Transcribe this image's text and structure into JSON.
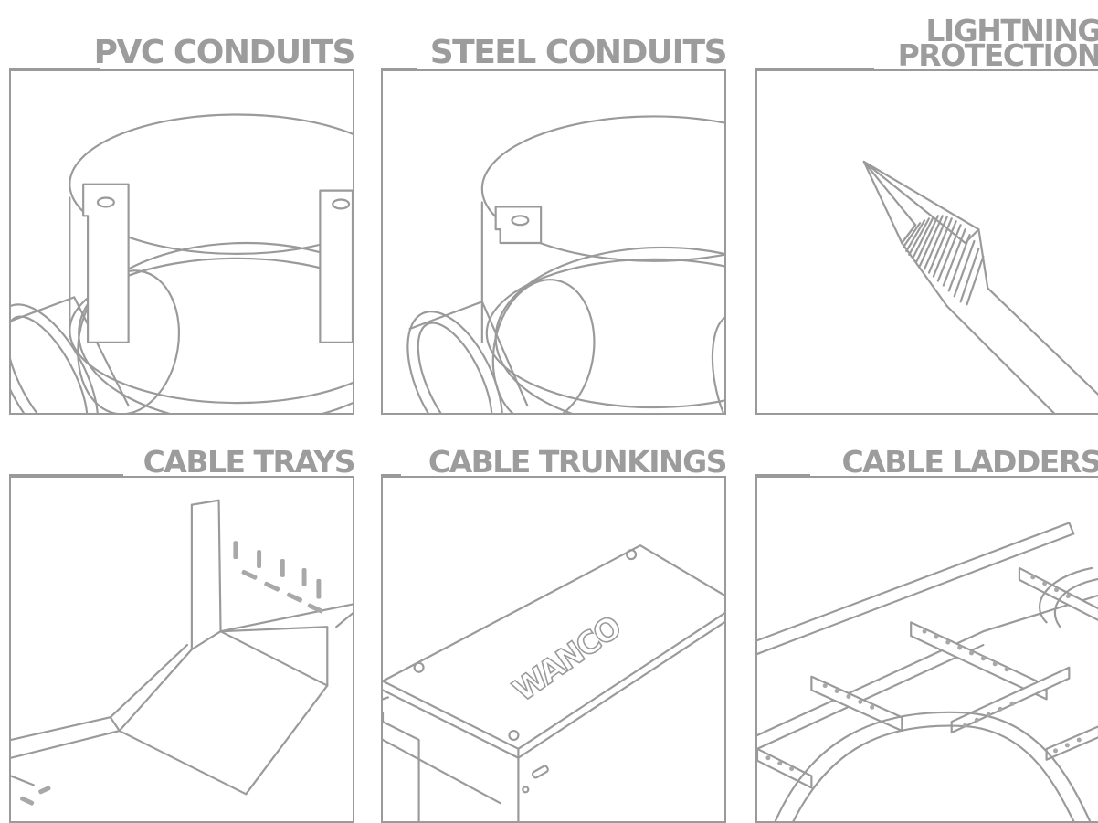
{
  "tiles": [
    {
      "title": "PVC CONDUITS",
      "icon": "pvc-conduit-box-icon"
    },
    {
      "title": "STEEL CONDUITS",
      "icon": "steel-conduit-box-icon"
    },
    {
      "title_lines": [
        "LIGHTNING",
        "PROTECTION"
      ],
      "icon": "lightning-rod-icon"
    },
    {
      "title": "CABLE TRAYS",
      "icon": "cable-tray-icon"
    },
    {
      "title": "CABLE TRUNKINGS",
      "icon": "cable-trunking-icon",
      "brand": "WANCO"
    },
    {
      "title": "CABLE LADDERS",
      "icon": "cable-ladder-icon"
    }
  ],
  "colors": {
    "line": "#9a9a9a",
    "title": "#9c9c9c",
    "background": "#ffffff"
  }
}
